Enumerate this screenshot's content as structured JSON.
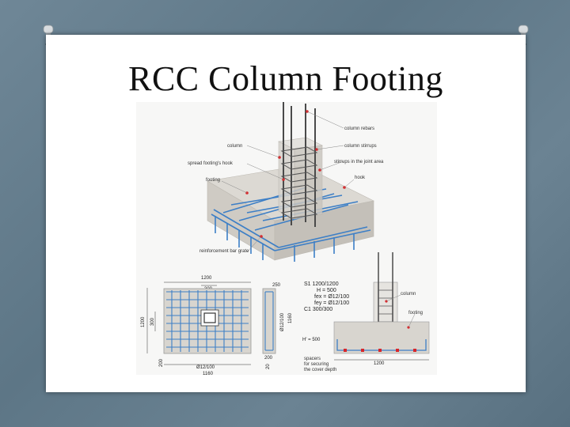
{
  "slide": {
    "title": "RCC Column Footing"
  },
  "diagram_3d": {
    "labels": {
      "column_rebars": "column rebars",
      "column": "column",
      "column_stirrups": "column stirrups",
      "spread_footing_hook": "spread footing's hook",
      "stirrups_joint": "stirrups in the joint area",
      "footing": "footing",
      "hook": "hook",
      "reinforcement_grate": "reinforcement bar grate"
    }
  },
  "plan_view": {
    "top_dim": "1200",
    "col_dim": "300",
    "side_dim_outer": "1200",
    "side_dim_inner": "300",
    "bottom_bar": "Ø12/100",
    "bottom_dim": "1160",
    "left_small": "200",
    "section_top": "250",
    "section_bar": "Ø12/100",
    "section_side": "1160",
    "section_bottom": "200",
    "section_left": "20"
  },
  "specs": {
    "s1": "S1 1200/1200",
    "h": "H = 500",
    "fex": "fex = Ø12/100",
    "fey": "fey = Ø12/100",
    "c1": "C1 300/300"
  },
  "section_view": {
    "column_label": "column",
    "footing_label": "footing",
    "h_label": "H' = 500",
    "bottom_dim": "1200",
    "spacers_note_1": "spacers",
    "spacers_note_2": "for securing",
    "spacers_note_3": "the cover depth"
  },
  "colors": {
    "rebar_blue": "#3d7fc6",
    "concrete": "#d8d5cf",
    "marker_red": "#d8262a"
  }
}
